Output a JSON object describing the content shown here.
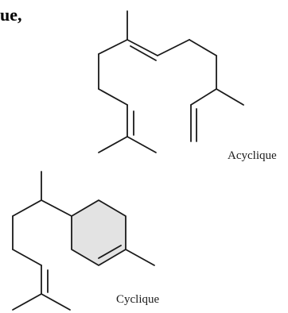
{
  "text_fragment": "ue,",
  "captions": {
    "acyclic": "Acyclique",
    "cyclic": "Cyclique"
  },
  "colors": {
    "bonds": "#1a1a1a",
    "ring_fill": "#e3e3e3"
  }
}
